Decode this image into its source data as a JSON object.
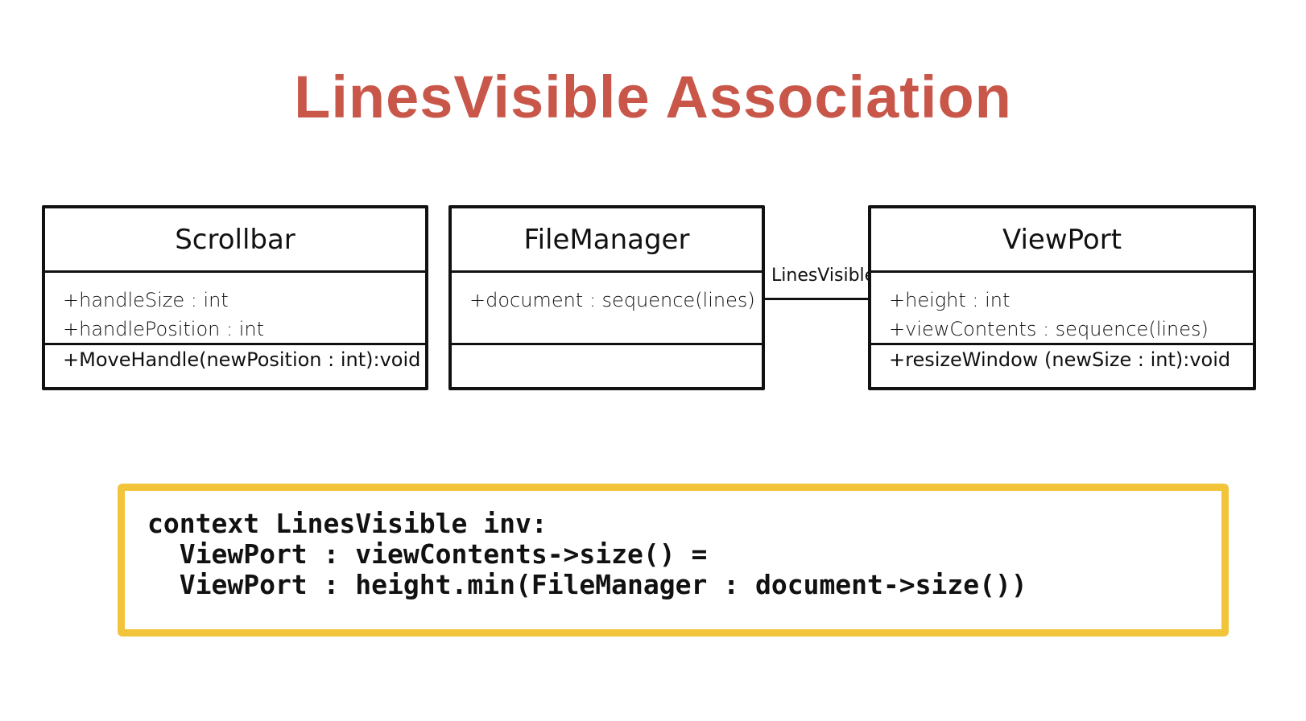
{
  "title": "LinesVisible Association",
  "classes": {
    "scrollbar": {
      "name": "Scrollbar",
      "attributes": [
        "+handleSize : int",
        "+handlePosition : int"
      ],
      "operations": [
        "+MoveHandle(newPosition : int):void"
      ]
    },
    "filemanager": {
      "name": "FileManager",
      "attributes": [
        "+document : sequence(lines)"
      ],
      "operations": []
    },
    "viewport": {
      "name": "ViewPort",
      "attributes": [
        "+height : int",
        "+viewContents : sequence(lines)"
      ],
      "operations": [
        "+resizeWindow (newSize : int):void"
      ]
    }
  },
  "association": {
    "label": "LinesVisible"
  },
  "ocl": {
    "lines": [
      "context LinesVisible inv:",
      "  ViewPort : viewContents->size() =",
      "  ViewPort : height.min(FileManager : document->size())"
    ],
    "border_color": "#f1c43a"
  },
  "title_color": "#c8574a"
}
